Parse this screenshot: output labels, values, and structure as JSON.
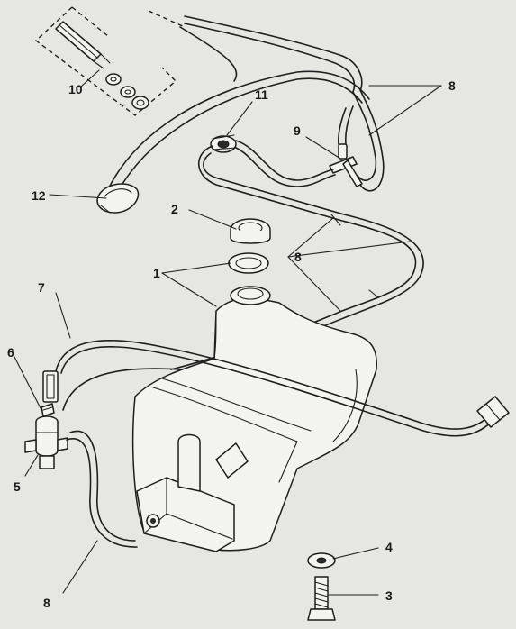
{
  "callouts": {
    "c1": "1",
    "c2": "2",
    "c3": "3",
    "c4": "4",
    "c5": "5",
    "c6": "6",
    "c7": "7",
    "c8_top": "8",
    "c8_mid": "8",
    "c8_bottom": "8",
    "c9": "9",
    "c10": "10",
    "c11": "11",
    "c12": "12"
  }
}
